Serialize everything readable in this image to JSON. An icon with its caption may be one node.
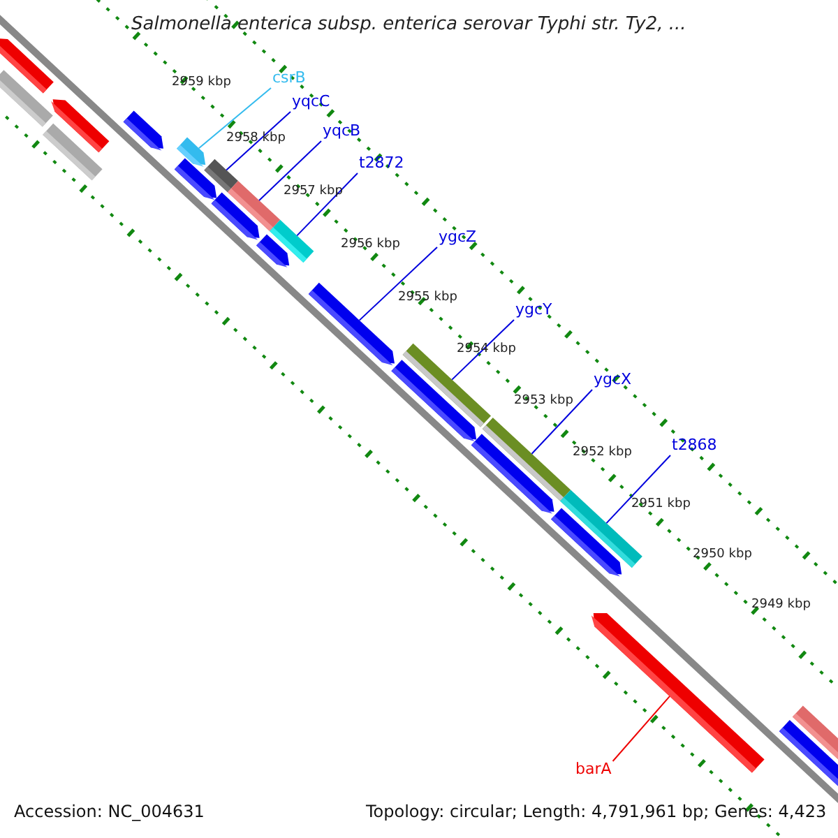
{
  "diagram": {
    "title": "Salmonella enterica subsp. enterica serovar Typhi str. Ty2, ...",
    "nodes": [
      {
        "text": [
          "csrB"
        ]
      },
      {
        "text": [
          "yqcC"
        ]
      },
      {
        "text": [
          "yqcB"
        ]
      },
      {
        "text": [
          "t2872"
        ]
      },
      {
        "text": [
          "ygcZ"
        ]
      },
      {
        "text": [
          "ygcY"
        ]
      },
      {
        "text": [
          "ygcX"
        ]
      },
      {
        "text": [
          "t2868"
        ]
      },
      {
        "text": [
          "barA"
        ]
      },
      {
        "text": [],
        "shape": "bar"
      },
      {
        "text": [],
        "shape": "bar"
      },
      {
        "text": [],
        "shape": "bar"
      },
      {
        "text": [],
        "shape": "bar"
      },
      {
        "text": [],
        "shape": "bar"
      },
      {
        "text": [],
        "shape": "bar"
      },
      {
        "text": [],
        "shape": "bar"
      },
      {
        "text": [],
        "shape": "bar"
      },
      {
        "text": [],
        "shape": "bar"
      },
      {
        "text": [],
        "shape": "bar"
      },
      {
        "text": [],
        "shape": "bar"
      },
      {
        "text": [],
        "shape": "bar"
      },
      {
        "text": [],
        "shape": "bar"
      },
      {
        "text": [],
        "shape": "bar"
      },
      {
        "text": [],
        "shape": "bar"
      },
      {
        "text": [],
        "shape": "bar"
      },
      {
        "text": [],
        "shape": "bar"
      },
      {
        "text": [],
        "shape": "bar"
      },
      {
        "text": [],
        "shape": "bar"
      },
      {
        "text": [],
        "shape": "bar"
      },
      {
        "text": [],
        "shape": "bar"
      },
      {
        "text": [],
        "shape": "bar"
      }
    ],
    "edges": [
      {
        "from": 0,
        "to": 14,
        "arrow": "none",
        "color": "#33bbee"
      },
      {
        "from": 1,
        "to": 16,
        "arrow": "none"
      },
      {
        "from": 2,
        "to": 18,
        "arrow": "none"
      },
      {
        "from": 3,
        "to": 20,
        "arrow": "none"
      },
      {
        "from": 4,
        "to": 21,
        "arrow": "none"
      },
      {
        "from": 5,
        "to": 22,
        "arrow": "none"
      },
      {
        "from": 6,
        "to": 24,
        "arrow": "none"
      },
      {
        "from": 7,
        "to": 26,
        "arrow": "none"
      },
      {
        "from": 8,
        "to": 28,
        "arrow": "none",
        "color": "#ee0000"
      }
    ],
    "labels": [
      "2959 kbp",
      "2958 kbp",
      "2957 kbp",
      "2956 kbp",
      "2955 kbp",
      "2954 kbp",
      "2953 kbp",
      "2952 kbp",
      "2951 kbp",
      "2950 kbp",
      "2949 kbp",
      "Accession: NC_004631",
      "Topology: circular; Length: 4,791,961 bp; Genes: 4,423"
    ]
  }
}
